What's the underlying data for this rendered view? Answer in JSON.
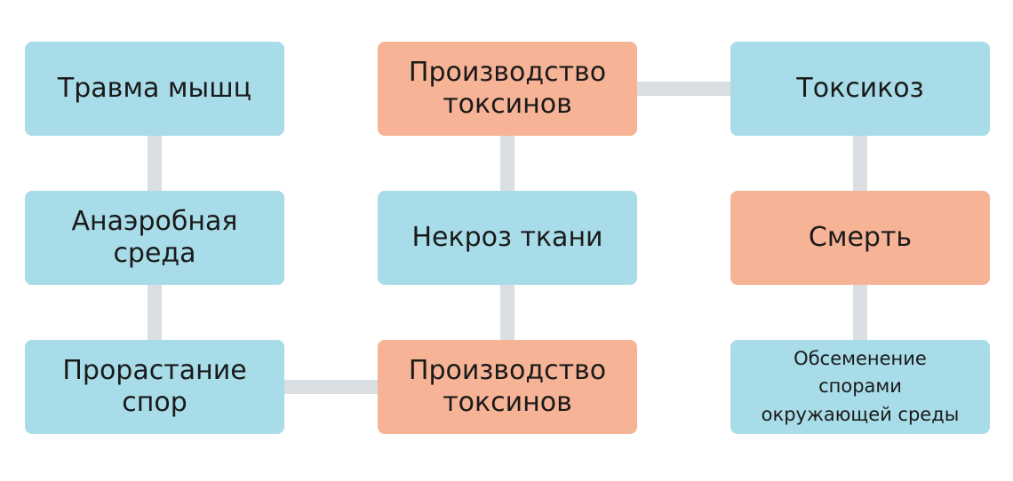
{
  "colors": {
    "blue": "#a8dce8",
    "orange": "#f6b396",
    "connector": "#d9dfe2"
  },
  "nodes": {
    "muscle_trauma": "Травма мышц",
    "anaerobic_env": "Анаэробная\nсреда",
    "spore_germination": "Прорастание\nспор",
    "toxin_production_top": "Производство\nтоксинов",
    "tissue_necrosis": "Некроз ткани",
    "toxin_production_bottom": "Производство\nтоксинов",
    "toxicosis": "Токсикоз",
    "death": "Смерть",
    "env_contamination": "Обсеменение\nспорами\nокружающей среды"
  }
}
